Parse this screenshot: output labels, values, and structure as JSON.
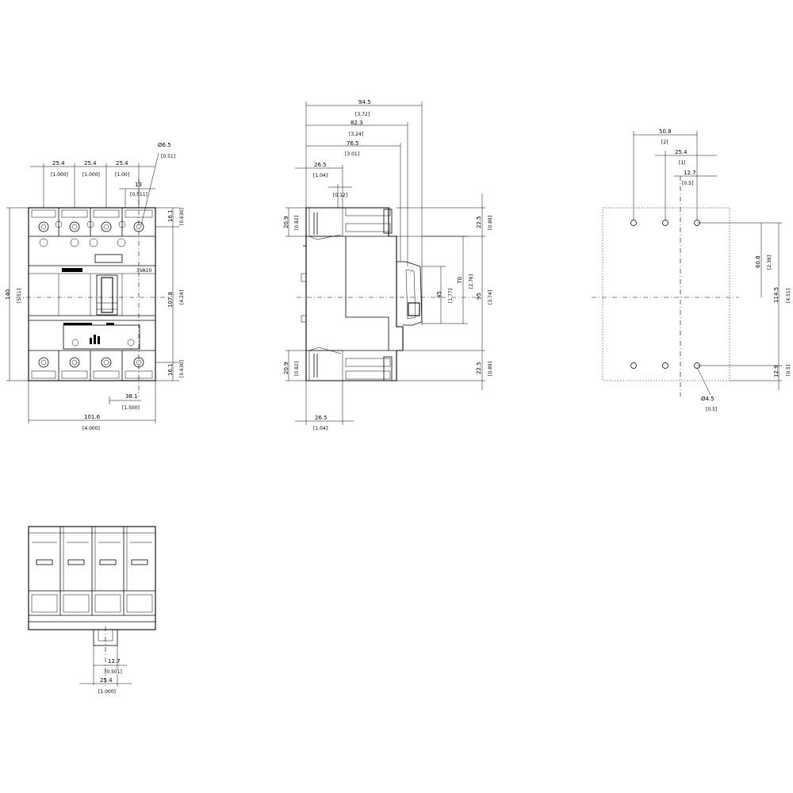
{
  "front_view": {
    "pitch_1": "25.4",
    "pitch_1_in": "[1.000]",
    "pitch_2": "25.4",
    "pitch_2_in": "[1.000]",
    "pitch_3": "25.4",
    "pitch_3_in": "[1.00]",
    "hole_dia": "Ø6.5",
    "hole_dia_in": "[0.51]",
    "terminal_offset": "13",
    "terminal_offset_in": "[0.511]",
    "height": "140",
    "height_in": "[5.51]",
    "body_height": "107.8",
    "body_height_in": "[4.24]",
    "top_term": "16.1",
    "top_term_in": "[0.630]",
    "bottom_term": "16.1",
    "bottom_term_in": "[0.630]",
    "bottom_offset": "38.1",
    "bottom_offset_in": "[1.500]",
    "width": "101.6",
    "width_in": "[4.000]"
  },
  "side_view": {
    "depth_total": "94.5",
    "depth_total_in": "[3.72]",
    "depth_2": "82.3",
    "depth_2_in": "[3.24]",
    "depth_3": "76.5",
    "depth_3_in": "[3.01]",
    "top_offset": "26.5",
    "top_offset_in": "[1.04]",
    "small_offset_in": "[0.12]",
    "top_term_height": "20.9",
    "top_term_height_in": "[0.82]",
    "bottom_term_height": "20.9",
    "bottom_term_height_in": "[0.82]",
    "right_top": "22.5",
    "right_top_in": "[0.89]",
    "right_bottom": "22.5",
    "right_bottom_in": "[0.89]",
    "handle_45": "45",
    "handle_45_in": "[1.77]",
    "handle_70": "70",
    "handle_70_in": "[2.76]",
    "body_95": "95",
    "body_95_in": "[3.74]",
    "bottom_offset": "26.5",
    "bottom_offset_in": "[1.04]"
  },
  "mount_view": {
    "span": "50.8",
    "span_in": "[2]",
    "pitch": "25.4",
    "pitch_in": "[1]",
    "half_pitch": "12.7",
    "half_pitch_in": "[0.5]",
    "vert_span": "60.8",
    "vert_span_in": "[2.39]",
    "total": "114.5",
    "total_in": "[4.51]",
    "bottom": "12.9",
    "bottom_in": "[0.5]",
    "hole_dia": "Ø4.5",
    "hole_dia_in": "[0.5]"
  },
  "bottom_view": {
    "half_pitch": "12.7",
    "half_pitch_in": "[0.501]",
    "pitch": "25.4",
    "pitch_in": "[1.000]"
  },
  "nameplate": {
    "label_left": "IIIIIIIIIIIIII",
    "label_right": "3VA10",
    "rating": "IIIIII IIIIII",
    "current": "IIIII"
  }
}
